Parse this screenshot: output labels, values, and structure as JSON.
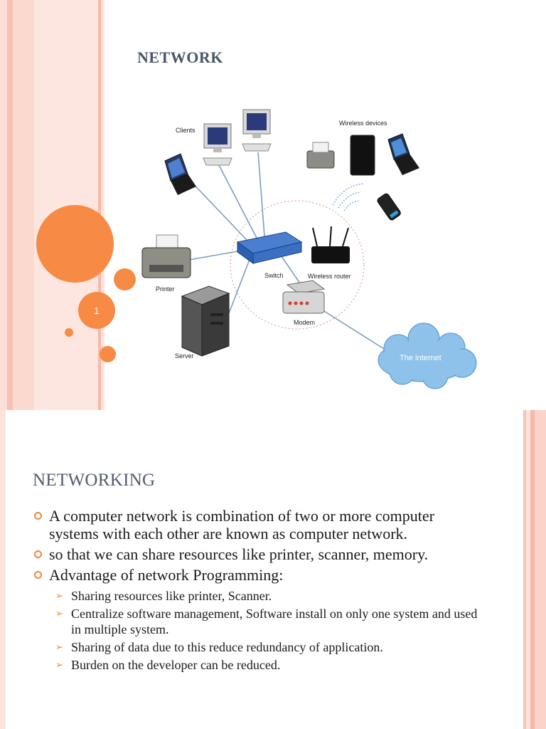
{
  "slide1": {
    "title": "NETWORK",
    "page_number": "1",
    "diagram": {
      "clients": "Clients",
      "wireless_devices": "Wireless devices",
      "printer": "Printer",
      "switch": "Switch",
      "wireless_router": "Wireless router",
      "server": "Server",
      "modem": "Modem",
      "internet": "The internet"
    }
  },
  "slide2": {
    "title": "NETWORKING",
    "bullets": [
      "A computer network is combination of two or more computer systems with each other are known as computer network.",
      "so that we can share resources like printer, scanner, memory.",
      "Advantage of network Programming:"
    ],
    "sub_bullets": [
      "Sharing resources like printer, Scanner.",
      "Centralize software management, Software install on only one system and used in multiple system.",
      "Sharing of data due to this reduce redundancy of application.",
      "Burden on the developer can be reduced."
    ]
  },
  "colors": {
    "accent": "#f78a45",
    "stripe": "#fbd6ce",
    "title": "#4a5566"
  }
}
